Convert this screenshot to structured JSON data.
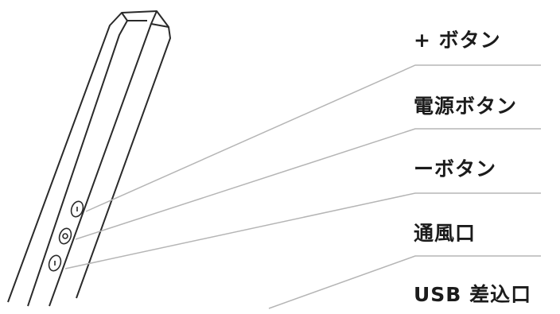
{
  "labels": {
    "plus_button": "+ ボタン",
    "power_button": "電源ボタン",
    "minus_button": "ーボタン",
    "vent": "通風口",
    "usb_port": "USB 差込口"
  },
  "colors": {
    "outline": "#2a2a2a",
    "leader": "#b5b5b5",
    "text": "#1b1b1b"
  },
  "icons": {
    "plus": "plus-button-icon",
    "power": "power-button-icon",
    "minus": "minus-button-icon"
  }
}
